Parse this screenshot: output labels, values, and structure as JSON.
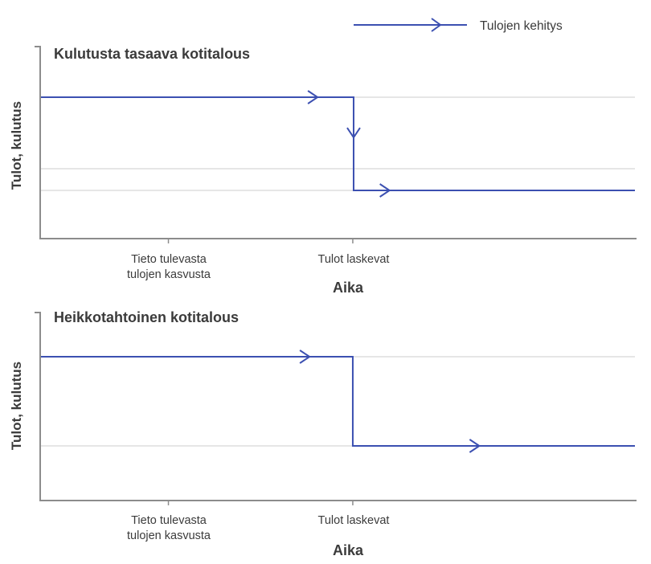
{
  "legend": {
    "label": "Tulojen kehitys"
  },
  "colors": {
    "line": "#3C50B1",
    "axis": "#8C8C8C",
    "grid": "#CCCCCC",
    "text": "#3B3B3B"
  },
  "chart_data": [
    {
      "type": "line",
      "title": "Kulutusta tasaava kotitalous",
      "ylabel": "Tulot, kulutus",
      "xlabel": "Aika",
      "legend": "Tulojen kehitys",
      "x_axis_annotations": [
        {
          "x": 0.2156,
          "lines": [
            "Tieto tulevasta",
            "tulojen kasvusta"
          ]
        },
        {
          "x": 0.5256,
          "lines": [
            "Tulot laskevat",
            ""
          ]
        }
      ],
      "y_gridlines": [
        0.7333,
        0.3625,
        0.25
      ],
      "series": [
        {
          "name": "Tulojen kehitys",
          "points": [
            [
              0,
              0.7333
            ],
            [
              0.527,
              0.7333
            ],
            [
              0.527,
              0.25
            ],
            [
              1,
              0.25
            ]
          ]
        }
      ],
      "arrows": [
        {
          "x": 0.465,
          "y": 0.7333,
          "dir": "right"
        },
        {
          "x": 0.527,
          "y": 0.529,
          "dir": "down"
        },
        {
          "x": 0.586,
          "y": 0.25,
          "dir": "right"
        }
      ]
    },
    {
      "type": "line",
      "title": "Heikkotahtoinen kotitalous",
      "ylabel": "Tulot, kulutus",
      "xlabel": "Aika",
      "legend": "Tulojen kehitys",
      "x_axis_annotations": [
        {
          "x": 0.2156,
          "lines": [
            "Tieto tulevasta",
            "tulojen kasvusta"
          ]
        },
        {
          "x": 0.5256,
          "lines": [
            "Tulot laskevat",
            ""
          ]
        }
      ],
      "y_gridlines": [
        0.7617,
        0.2894
      ],
      "series": [
        {
          "name": "Tulojen kehitys",
          "points": [
            [
              0,
              0.7617
            ],
            [
              0.5256,
              0.7617
            ],
            [
              0.5256,
              0.2894
            ],
            [
              1,
              0.2894
            ]
          ]
        }
      ],
      "arrows": [
        {
          "x": 0.4515,
          "y": 0.7617,
          "dir": "right"
        },
        {
          "x": 0.737,
          "y": 0.2894,
          "dir": "right"
        }
      ]
    }
  ]
}
